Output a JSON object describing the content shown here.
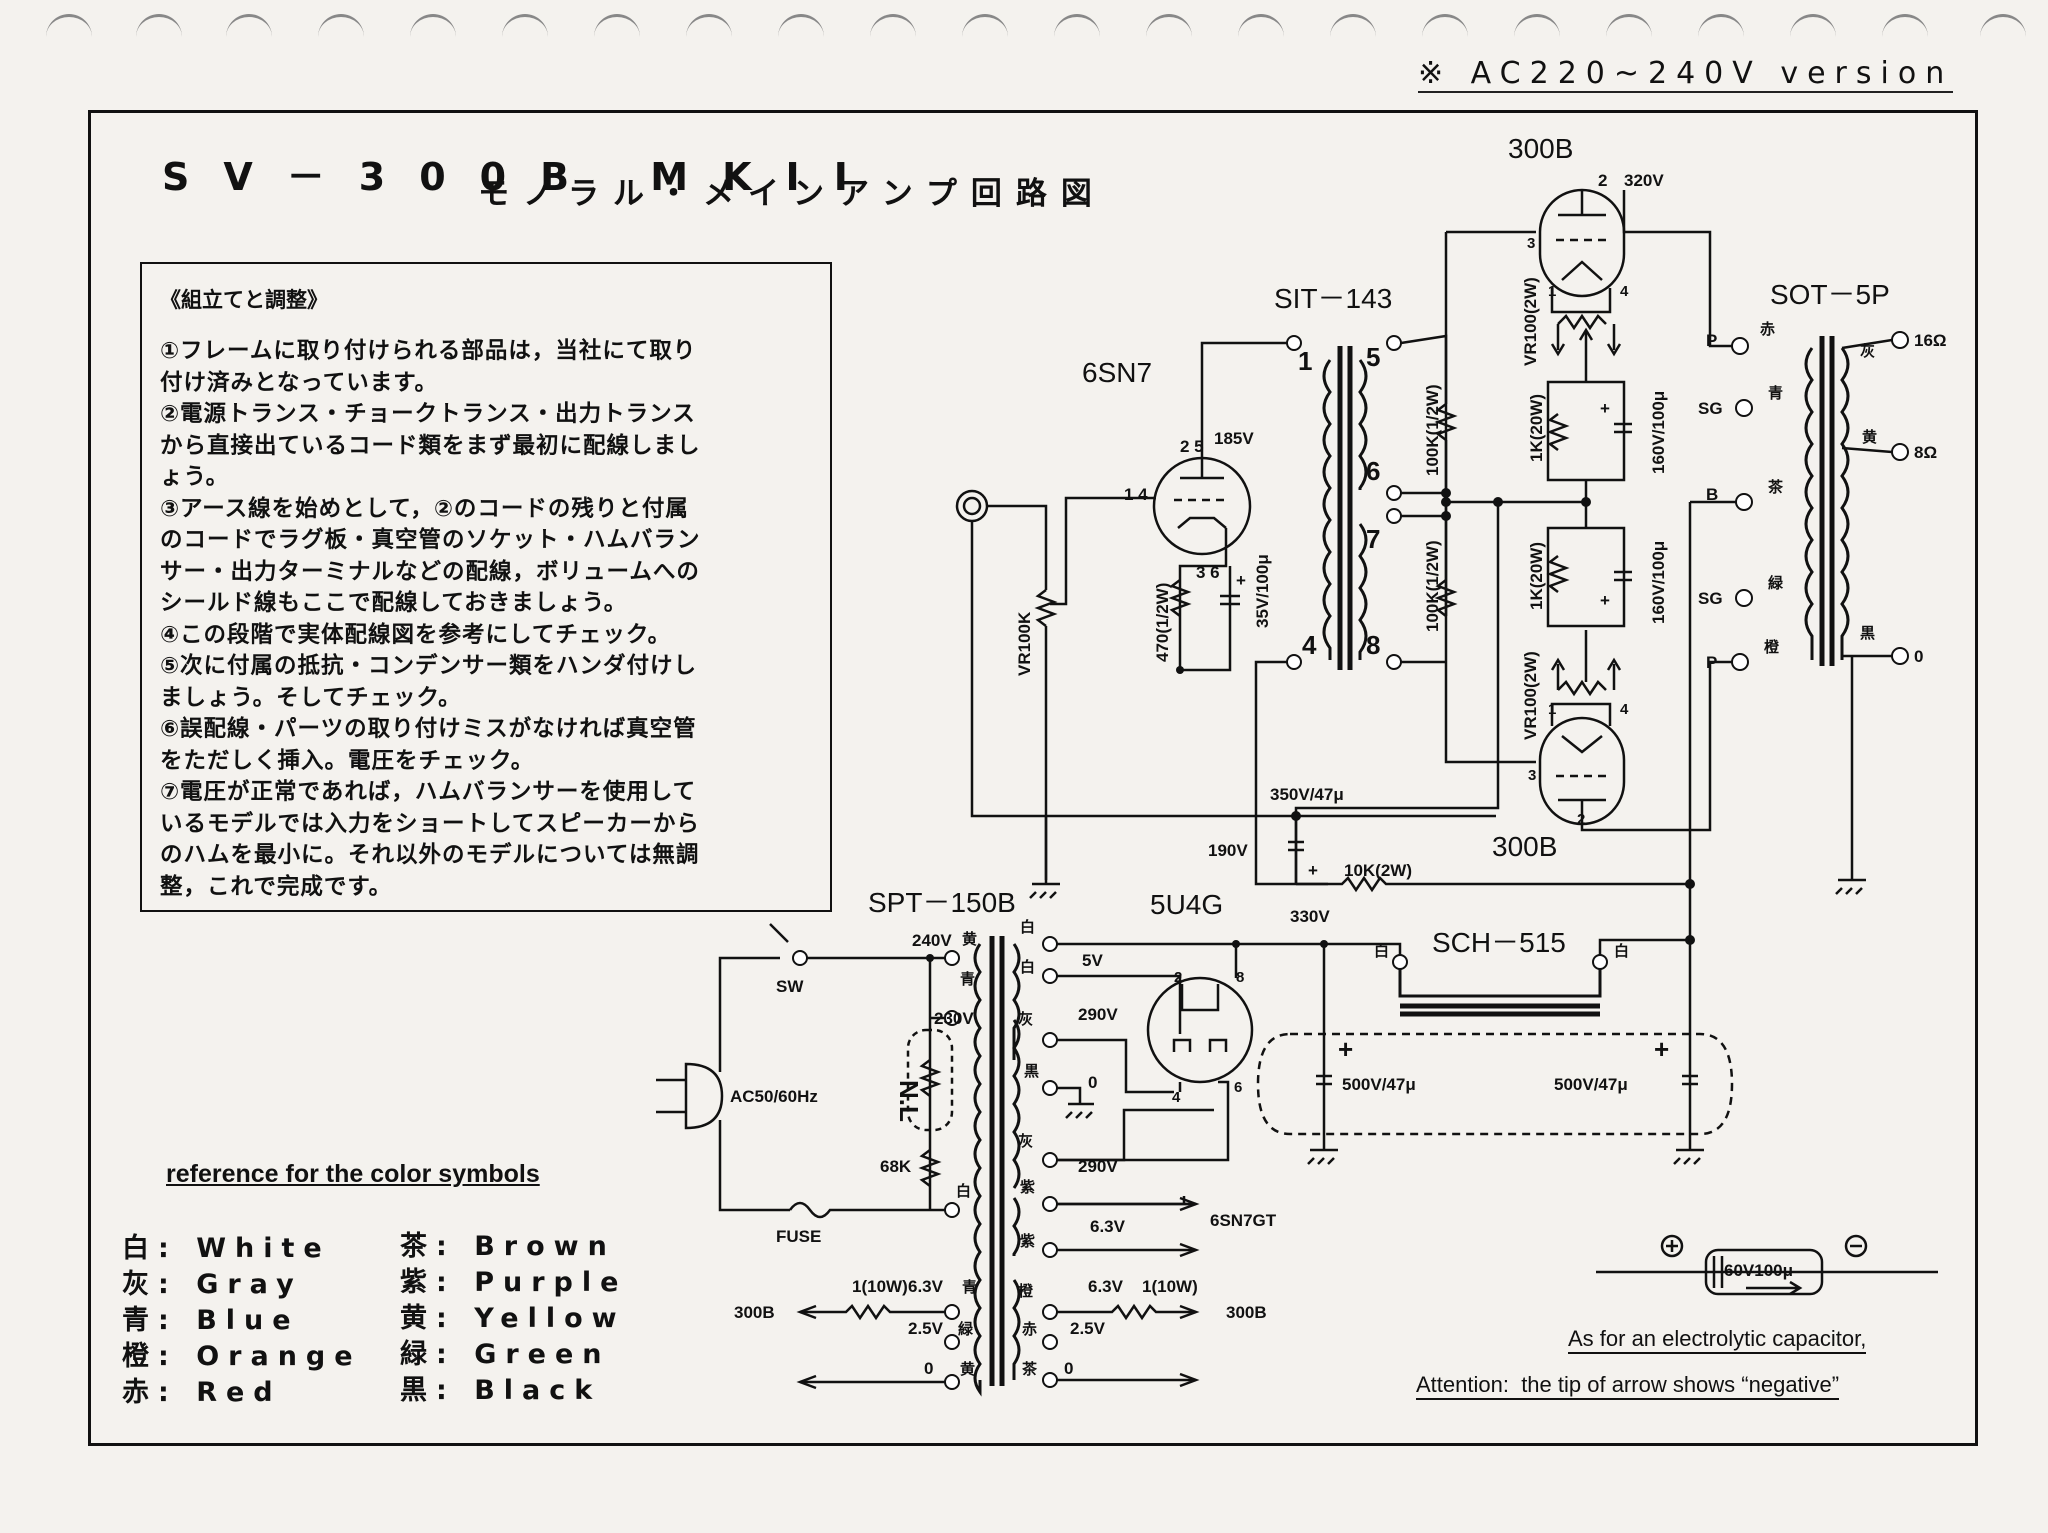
{
  "header": {
    "version": "※ AC220~240V version",
    "title_line1": "SV－300B MKII",
    "title_line2": "モノラル・メインアンプ回路図"
  },
  "assembly": {
    "heading": "《組立てと調整》",
    "lines": [
      "①フレームに取り付けられる部品は，当社にて取り",
      "付け済みとなっています。",
      "②電源トランス・チョークトランス・出力トランス",
      "から直接出ているコード類をまず最初に配線しまし",
      "ょう。",
      "③アース線を始めとして，②のコードの残りと付属",
      "のコードでラグ板・真空管のソケット・ハムバラン",
      "サー・出力ターミナルなどの配線，ボリュームへの",
      "シールド線もここで配線しておきましょう。",
      "④この段階で実体配線図を参考にしてチェック。",
      "⑤次に付属の抵抗・コンデンサー類をハンダ付けし",
      "ましょう。そしてチェック。",
      "⑥誤配線・パーツの取り付けミスがなければ真空管",
      "をただしく挿入。電圧をチェック。",
      "⑦電圧が正常であれば，ハムバランサーを使用して",
      "いるモデルでは入力をショートしてスピーカーから",
      "のハムを最小に。それ以外のモデルについては無調",
      "整，これで完成です。"
    ]
  },
  "color_reference": {
    "title": "reference for the color symbols",
    "items": [
      {
        "symbol": "白",
        "name": "White"
      },
      {
        "symbol": "灰",
        "name": "Gray"
      },
      {
        "symbol": "青",
        "name": "Blue"
      },
      {
        "symbol": "橙",
        "name": "Orange"
      },
      {
        "symbol": "赤",
        "name": "Red"
      },
      {
        "symbol": "茶",
        "name": "Brown"
      },
      {
        "symbol": "紫",
        "name": "Purple"
      },
      {
        "symbol": "黄",
        "name": "Yellow"
      },
      {
        "symbol": "緑",
        "name": "Green"
      },
      {
        "symbol": "黒",
        "name": "Black"
      }
    ]
  },
  "components": {
    "tube_300b_top": "300B",
    "tube_300b_bottom": "300B",
    "tube_6sn7": "6SN7",
    "tube_5u4g": "5U4G",
    "sit": "SIT－143",
    "sot": "SOT－5P",
    "spt": "SPT－150B",
    "sch": "SCH－515"
  },
  "labels": {
    "v320": "320V",
    "v185": "185V",
    "v350_47": "350V/47μ",
    "v190": "190V",
    "r10k": "10K(2W)",
    "v330": "330V",
    "vr100k": "VR100K",
    "r470": "470(1/2W)",
    "c35v": "35V/100μ",
    "r100k_top": "100K(1/2W)",
    "r100k_bot": "100K(1/2W)",
    "vr100_top": "VR100(2W)",
    "vr100_bot": "VR100(2W)",
    "r1k_top": "1K(20W)",
    "r1k_bot": "1K(20W)",
    "c160_top": "160V/100μ",
    "c160_bot": "160V/100μ",
    "ohm16": "16Ω",
    "ohm8": "8Ω",
    "ohm0": "0",
    "p": "P",
    "sg": "SG",
    "b": "B",
    "sot_red": "赤",
    "sot_blue": "青",
    "sot_brown": "茶",
    "sot_green": "緑",
    "sot_orange": "橙",
    "sot_gray": "灰",
    "sot_yellow": "黄",
    "sot_black": "黒",
    "v240": "240V",
    "v230": "230V",
    "sw": "SW",
    "ac": "AC50/60Hz",
    "nl": "N.L",
    "r68k": "68K",
    "fuse": "FUSE",
    "v5": "5V",
    "v290a": "290V",
    "v290b": "290V",
    "zero": "0",
    "v63": "6.3V",
    "sn7gt": "6SN7GT",
    "r1_10w_l": "1(10W)",
    "v63_l": "6.3V",
    "v63_r": "6.3V",
    "r1_10w_r": "1(10W)",
    "b300_l": "300B",
    "b300_r": "300B",
    "v25_l": "2.5V",
    "v25_r": "2.5V",
    "zero_l": "0",
    "zero_r": "0",
    "c500_l": "500V/47μ",
    "c500_r": "500V/47μ",
    "spt_yellow": "黄",
    "spt_blue": "青",
    "spt_white": "白",
    "spt_white2": "白",
    "spt_white3": "白",
    "spt_gray": "灰",
    "spt_black": "黒",
    "spt_gray2": "灰",
    "spt_purple": "紫",
    "spt_purple2": "紫",
    "spt_blue2": "青",
    "spt_orange": "橙",
    "spt_green": "緑",
    "spt_red": "赤",
    "spt_yellow2": "黄",
    "spt_brown": "茶",
    "sch_white_l": "白",
    "sch_white_r": "白",
    "pin2": "2",
    "pin3": "3",
    "pin1": "1",
    "pin4": "4",
    "pin25": "2 5",
    "pin14": "1 4",
    "pin36": "3 6",
    "t1": "1",
    "t4": "4",
    "t5": "5",
    "t6": "6",
    "t7": "7",
    "t8": "8",
    "p2b": "2",
    "p3b": "3",
    "p1b": "1",
    "p4b": "4",
    "r2": "2",
    "r8": "8",
    "r4": "4",
    "r6": "6",
    "cap_label": "60V100μ"
  },
  "cap_note": {
    "line1": "As for an electrolytic capacitor,",
    "prefix": "Attention:",
    "line2": "the tip of arrow shows “negative”"
  }
}
